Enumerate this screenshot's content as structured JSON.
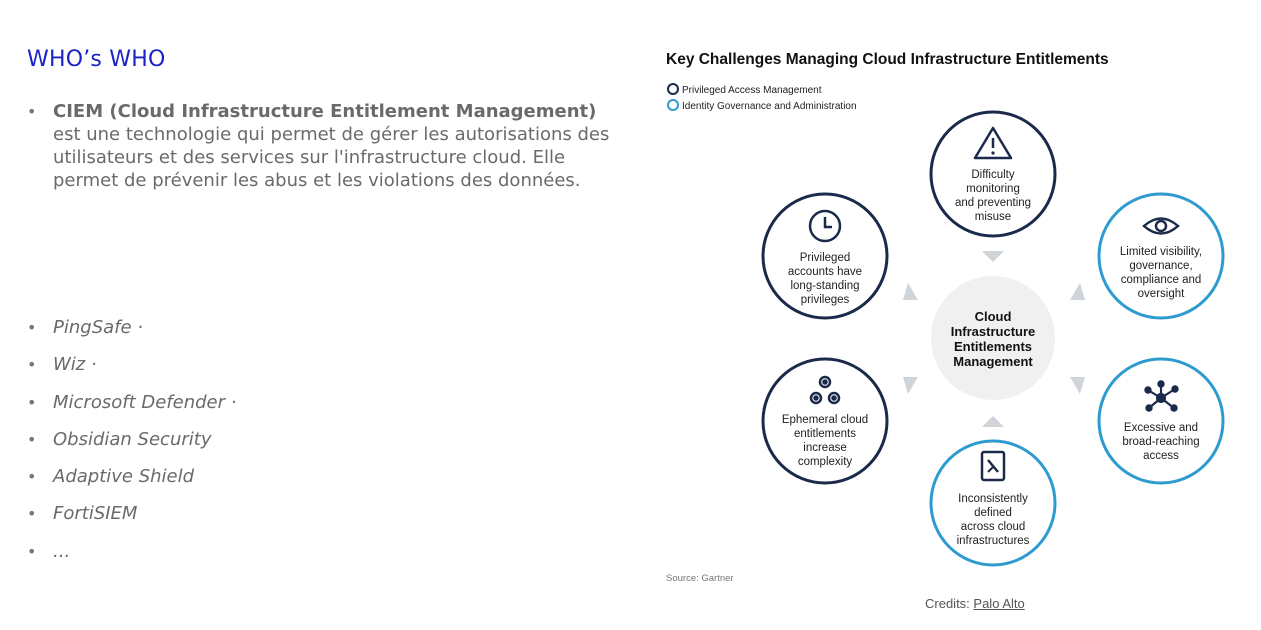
{
  "slide": {
    "title": "WHO’s WHO",
    "intro": {
      "bullet": "•",
      "bold": "CIEM (Cloud Infrastructure Entitlement Management)",
      "text": " est une technologie qui permet de gérer les autorisations des utilisateurs et des services sur l'infrastructure cloud. Elle permet de prévenir les abus et les violations des données."
    },
    "vendors": [
      "PingSafe ·",
      "Wiz ·",
      "Microsoft Defender ·",
      "Obsidian Security",
      "Adaptive Shield",
      "FortiSIEM",
      "..."
    ]
  },
  "figure": {
    "title": "Key Challenges Managing Cloud Infrastructure Entitlements",
    "legend": [
      {
        "label": "Privileged Access Management",
        "color": "#1b2a4a"
      },
      {
        "label": "Identity Governance and Administration",
        "color": "#2e9bd0"
      }
    ],
    "center": [
      "Cloud",
      "Infrastructure",
      "Entitlements",
      "Management"
    ],
    "nodes": [
      {
        "icon": "warning-icon",
        "lines": [
          "Difficulty",
          "monitoring",
          "and preventing",
          "misuse"
        ]
      },
      {
        "icon": "eye-icon",
        "lines": [
          "Limited visibility,",
          "governance,",
          "compliance and",
          "oversight"
        ]
      },
      {
        "icon": "network-icon",
        "lines": [
          "Excessive and",
          "broad-reaching",
          "access"
        ]
      },
      {
        "icon": "document-icon",
        "lines": [
          "Inconsistently",
          "defined",
          "across cloud",
          "infrastructures"
        ]
      },
      {
        "icon": "gears-icon",
        "lines": [
          "Ephemeral cloud",
          "entitlements",
          "increase",
          "complexity"
        ]
      },
      {
        "icon": "clock-icon",
        "lines": [
          "Privileged",
          "accounts have",
          "long-standing",
          "privileges"
        ]
      }
    ],
    "source": "Source: Gartner"
  },
  "credits": {
    "prefix": "Credits: ",
    "link": "Palo Alto"
  }
}
